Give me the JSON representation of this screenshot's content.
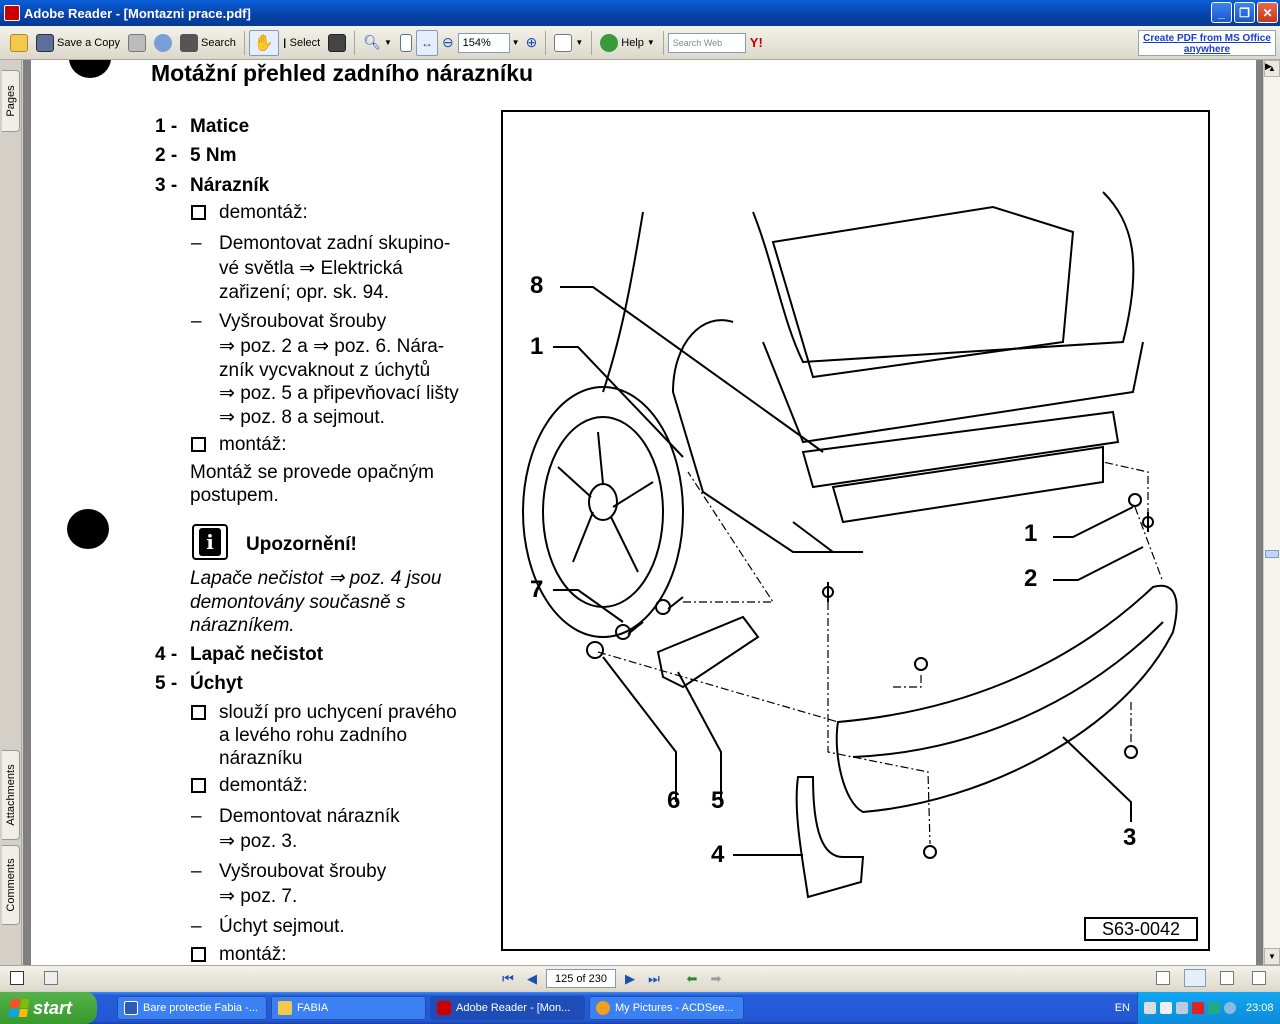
{
  "window": {
    "title": "Adobe Reader - [Montazni prace.pdf]"
  },
  "toolbar": {
    "save_copy": "Save a Copy",
    "search": "Search",
    "select": "Select",
    "zoom": "154%",
    "help": "Help",
    "search_web_placeholder": "Search Web",
    "yahoo": "Y!",
    "promo": "Create PDF from MS Office anywhere"
  },
  "side_tabs": {
    "pages": "Pages",
    "attachments": "Attachments",
    "comments": "Comments"
  },
  "document": {
    "title": "Motážní přehled zadního nárazníku",
    "items": [
      {
        "num": "1 -",
        "label": "Matice"
      },
      {
        "num": "2 -",
        "label": "5 Nm"
      },
      {
        "num": "3 -",
        "label": "Nárazník"
      }
    ],
    "demontaz1": "demontáž:",
    "step1": [
      "Demontovat zadní skupino-",
      "vé světla ⇒ Elektrická",
      "zařizení; opr. sk. 94."
    ],
    "step2": [
      "Vyšroubovat šrouby",
      "⇒ poz. 2 a ⇒ poz. 6. Nára-",
      "zník vycvaknout z úchytů",
      "⇒ poz. 5 a připevňovací lišty",
      "⇒ poz. 8 a sejmout."
    ],
    "montaz1": "montáž:",
    "montaz_text": [
      "Montáž se provede opačným",
      "postupem."
    ],
    "warning_title": "Upozornění!",
    "warning_text": [
      "Lapače nečistot ⇒ poz. 4 jsou",
      "demontovány současně s",
      "nárazníkem."
    ],
    "item4": {
      "num": "4 -",
      "label": "Lapač nečistot"
    },
    "item5": {
      "num": "5 -",
      "label": "Úchyt"
    },
    "uchyt_desc": [
      "slouží pro uchycení pravého",
      "a levého rohu zadního",
      "nárazníku"
    ],
    "demontaz2": "demontáž:",
    "step3": [
      "Demontovat nárazník",
      "⇒ poz. 3."
    ],
    "step4": [
      "Vyšroubovat šrouby",
      "⇒ poz. 7."
    ],
    "step5": "Úchyt sejmout.",
    "montaz2": "montáž:",
    "dash": "–",
    "figure_labels": [
      "8",
      "1",
      "1",
      "2",
      "7",
      "6",
      "5",
      "4",
      "3"
    ],
    "figure_code": "S63-0042"
  },
  "statusbar": {
    "page": "125 of 230"
  },
  "taskbar": {
    "start": "start",
    "tasks": [
      "Bare protectie Fabia -...",
      "FABIA",
      "Adobe Reader - [Mon...",
      "My Pictures - ACDSee..."
    ],
    "lang": "EN",
    "clock": "23:08"
  }
}
